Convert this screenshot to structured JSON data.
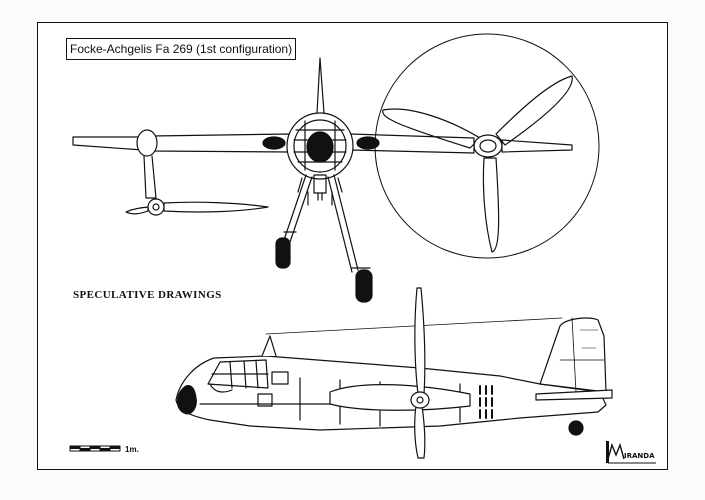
{
  "title": "Focke-Achgelis Fa 269 (1st configuration)",
  "caption": "SPECULATIVE DRAWINGS",
  "scale_label": "1m.",
  "signature_text": "MIRANDA",
  "colors": {
    "ink": "#111111",
    "paper": "#ffffff",
    "background": "#f3f3f3"
  }
}
